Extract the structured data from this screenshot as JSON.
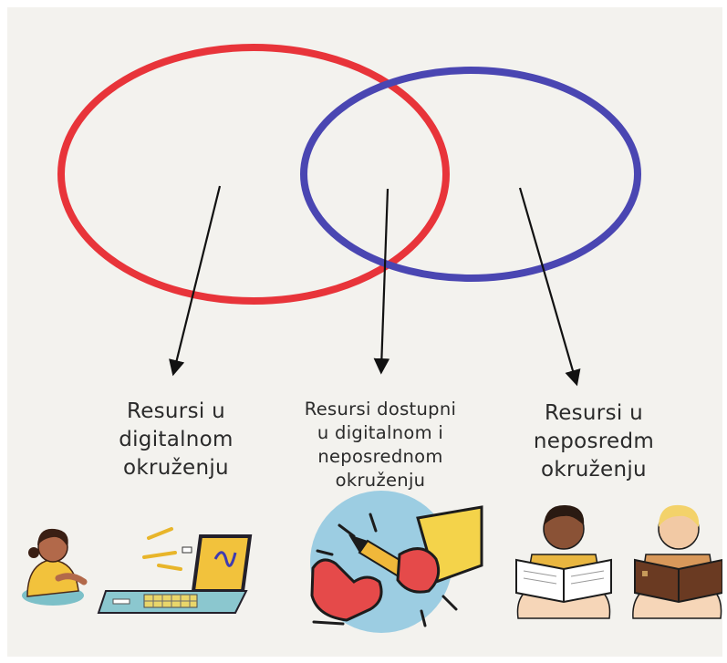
{
  "diagram": {
    "circles": [
      {
        "id": "digital",
        "color": "#e8343a"
      },
      {
        "id": "direct",
        "color": "#4a46b2"
      }
    ],
    "arrow_color": "#111111",
    "labels": {
      "left": [
        "Resursi u",
        "digitalnom",
        "okruženju"
      ],
      "middle": [
        "Resursi dostupni",
        "u digitalnom i",
        "neposrednom",
        "okruženju"
      ],
      "right": [
        "Resursi u",
        "neposredm",
        "okruženju"
      ]
    },
    "illustrations": [
      {
        "name": "child-with-laptop-illustration"
      },
      {
        "name": "hand-with-pencil-illustration"
      },
      {
        "name": "children-reading-books-illustration"
      }
    ]
  }
}
